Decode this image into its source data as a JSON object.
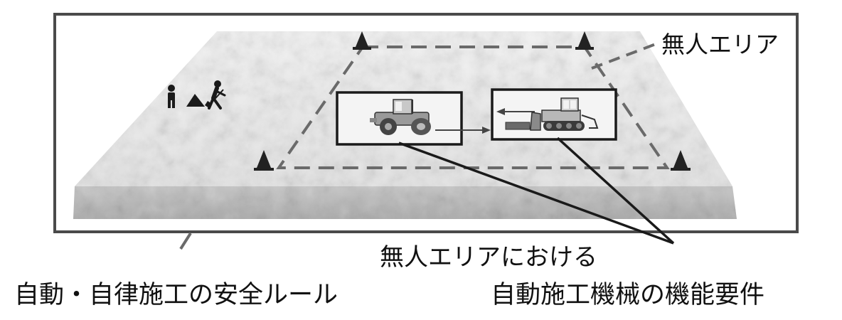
{
  "labels": {
    "unmanned_area": "無人エリア",
    "requirements_line1": "無人エリアにおける",
    "safety_rules": "自動・自律施工の安全ルール",
    "requirements_line2": "自動施工機械の機能要件"
  },
  "colors": {
    "frame": "#4a4a4a",
    "dashed_boundary": "#6a6a6a",
    "leader_line": "#1a1a1a",
    "ground_top": "#ededed",
    "ground_side": "#b5b5b5",
    "cone": "#222222"
  },
  "icons": [
    "traffic-cone-icon",
    "worker-icon",
    "dirt-pile-icon",
    "digging-worker-icon",
    "road-roller-icon",
    "bulldozer-icon"
  ]
}
